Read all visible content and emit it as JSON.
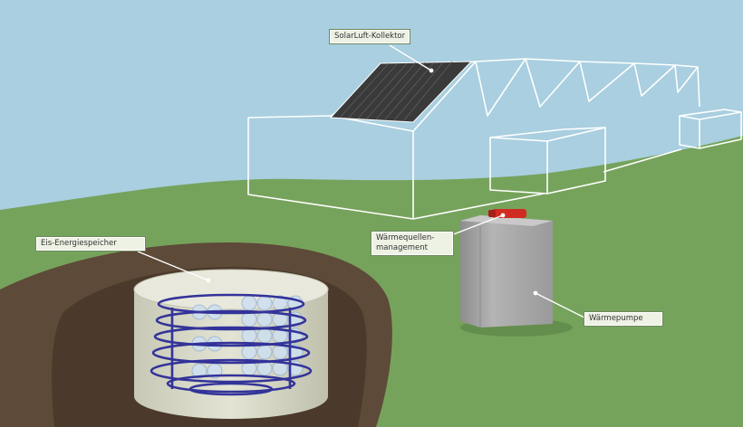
{
  "labels": {
    "collector": "SolarLuft-Kollektor",
    "storage": "Eis-Energiespeicher",
    "management_line1": "Wärmequellen-",
    "management_line2": "management",
    "pump": "Wärmepumpe"
  },
  "colors": {
    "sky": "#a9cfe0",
    "grass": "#76a35c",
    "earth_pit": "#5e4a38",
    "outline": "#ffffff",
    "collector_panel": "#3a3a3a",
    "tank": "#d8d9c8",
    "coil": "#33339a",
    "pump_body": "#a6a6a6",
    "valve": "#d12c24",
    "callout_fill": "#eef2e4"
  }
}
